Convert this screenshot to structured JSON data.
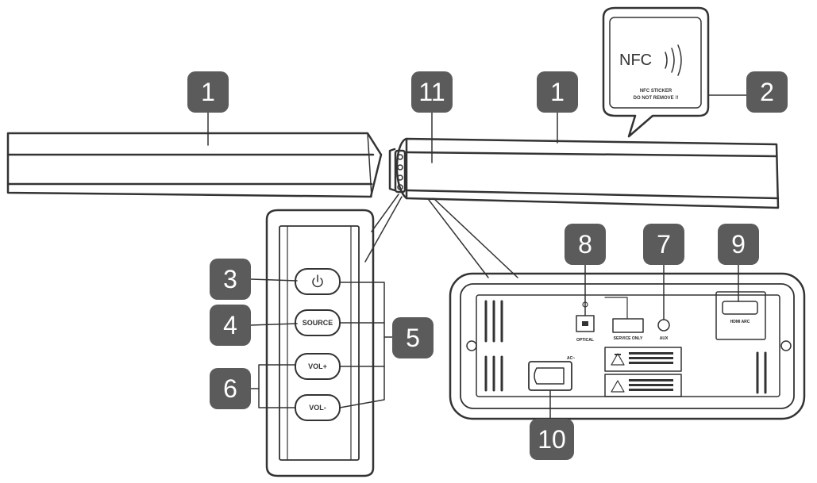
{
  "callouts": {
    "c1a": "1",
    "c1b": "1",
    "c2": "2",
    "c3": "3",
    "c4": "4",
    "c5": "5",
    "c6": "6",
    "c7": "7",
    "c8": "8",
    "c9": "9",
    "c10": "10",
    "c11": "11"
  },
  "nfc": {
    "logo": "NFC",
    "line1": "NFC STICKER",
    "line2": "DO NOT REMOVE !!"
  },
  "buttons": {
    "source": "SOURCE",
    "vol_up": "VOL+",
    "vol_down": "VOL-"
  },
  "ports": {
    "optical": "OPTICAL",
    "service": "SERVICE ONLY",
    "aux": "AUX",
    "hdmi": "HDMI ARC",
    "ac": "AC~"
  },
  "colors": {
    "badge": "#5b5b5b",
    "line": "#333333"
  }
}
